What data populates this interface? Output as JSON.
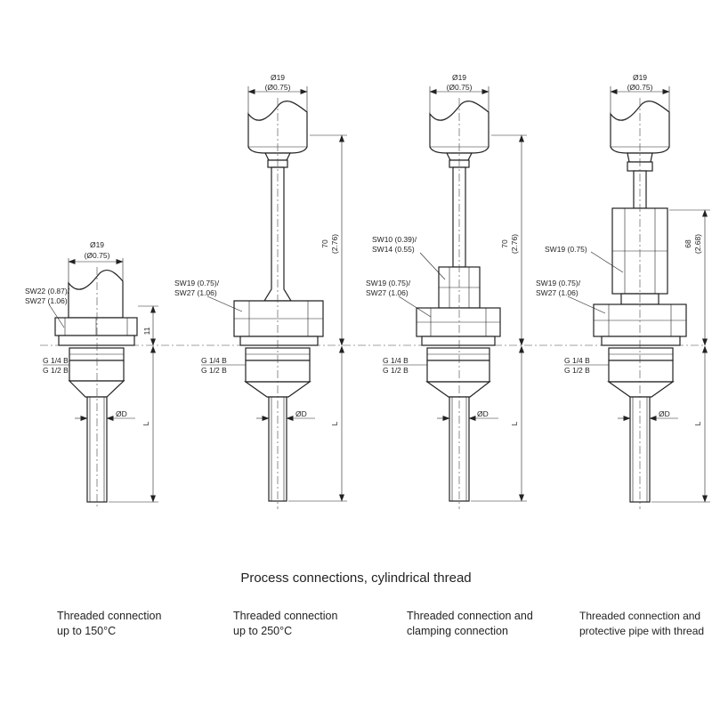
{
  "title": "Process connections, cylindrical thread",
  "variants": [
    {
      "label_line1": "Threaded connection",
      "label_line2": "up to 150°C",
      "top_diameter_mm": "Ø19",
      "top_diameter_in": "(Ø0.75)",
      "hex_label_1": "SW22 (0.87)/",
      "hex_label_2": "SW27 (1.06)",
      "height_dim": "11",
      "thread_1": "G 1/4 B",
      "thread_2": "G 1/2 B",
      "stem_diameter": "ØD",
      "length_label": "L"
    },
    {
      "label_line1": "Threaded connection",
      "label_line2": "up to 250°C",
      "top_diameter_mm": "Ø19",
      "top_diameter_in": "(Ø0.75)",
      "hex_label_1": "SW19 (0.75)/",
      "hex_label_2": "SW27 (1.06)",
      "height_dim_mm": "70",
      "height_dim_in": "(2.76)",
      "thread_1": "G 1/4 B",
      "thread_2": "G 1/2 B",
      "stem_diameter": "ØD",
      "length_label": "L"
    },
    {
      "label_line1": "Threaded connection and",
      "label_line2": "clamping connection",
      "top_diameter_mm": "Ø19",
      "top_diameter_in": "(Ø0.75)",
      "upper_hex_label_1": "SW10 (0.39)/",
      "upper_hex_label_2": "SW14 (0.55)",
      "hex_label_1": "SW19 (0.75)/",
      "hex_label_2": "SW27 (1.06)",
      "height_dim_mm": "70",
      "height_dim_in": "(2.76)",
      "thread_1": "G 1/4 B",
      "thread_2": "G 1/2 B",
      "stem_diameter": "ØD",
      "length_label": "L"
    },
    {
      "label_line1": "Threaded connection and",
      "label_line2": "protective pipe with thread",
      "top_diameter_mm": "Ø19",
      "top_diameter_in": "(Ø0.75)",
      "upper_hex_label": "SW19 (0.75)",
      "hex_label_1": "SW19 (0.75)/",
      "hex_label_2": "SW27 (1.06)",
      "height_dim_mm": "68",
      "height_dim_in": "(2.68)",
      "thread_1": "G 1/4 B",
      "thread_2": "G 1/2 B",
      "stem_diameter": "ØD",
      "length_label": "L"
    }
  ]
}
